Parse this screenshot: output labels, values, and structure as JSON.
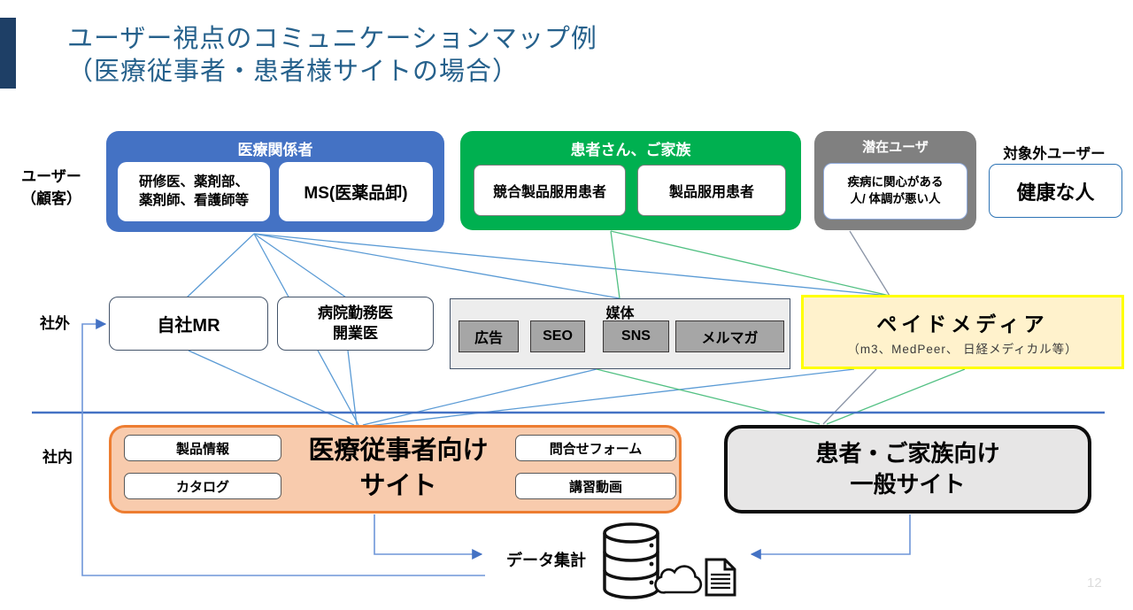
{
  "slide": {
    "title_line1": "ユーザー視点のコミュニケーションマップ例",
    "title_line2": "（医療従事者・患者様サイトの場合）",
    "page_number": "12"
  },
  "row_labels": {
    "users": "ユーザー\n（顧客）",
    "external": "社外",
    "internal": "社内"
  },
  "user_groups": {
    "medical": {
      "header": "医療関係者",
      "item1": "研修医、薬剤部、\n薬剤師、看護師等",
      "item2": "MS(医薬品卸)"
    },
    "patients": {
      "header": "患者さん、ご家族",
      "item1": "競合製品服用患者",
      "item2": "製品服用患者"
    },
    "potential": {
      "header": "潜在ユーザ",
      "item1": "疾病に関心がある\n人/ 体調が悪い人"
    },
    "excluded": {
      "header": "対象外ユーザー",
      "item1": "健康な人"
    }
  },
  "external_row": {
    "mr": "自社MR",
    "doctors": "病院勤務医\n開業医",
    "media": {
      "header": "媒体",
      "items": [
        "広告",
        "SEO",
        "SNS",
        "メルマガ"
      ]
    },
    "paid_media": {
      "title": "ペイドメディア",
      "subtitle": "（m3、MedPeer、 日経メディカル等）"
    }
  },
  "internal_row": {
    "hcp_site": {
      "title": "医療従事者向け\nサイト",
      "features_left": [
        "製品情報",
        "カタログ"
      ],
      "features_right": [
        "問合せフォーム",
        "講習動画"
      ]
    },
    "patient_site": {
      "title": "患者・ご家族向け\n一般サイト"
    }
  },
  "footer": {
    "data_label": "データ集計"
  },
  "icons": {
    "database": "database-icon",
    "cloud": "cloud-icon",
    "document": "document-icon"
  },
  "colors": {
    "title_text": "#26618C",
    "accent_bar": "#1E3F66",
    "group_blue": "#4472C4",
    "group_green": "#00B050",
    "group_gray": "#808080",
    "line_blue": "#5B9BD5",
    "line_green": "#52C083",
    "line_gray": "#8A94A6",
    "arrow_blue": "#4472C4",
    "orange_fill": "#F8CBAD",
    "orange_border": "#ED7D31",
    "paid_fill": "#FFF2CC",
    "paid_border": "#FFFF00",
    "media_fill": "#EDEDED",
    "media_item_fill": "#A6A6A6",
    "patient_site_fill": "#E7E6E6"
  }
}
